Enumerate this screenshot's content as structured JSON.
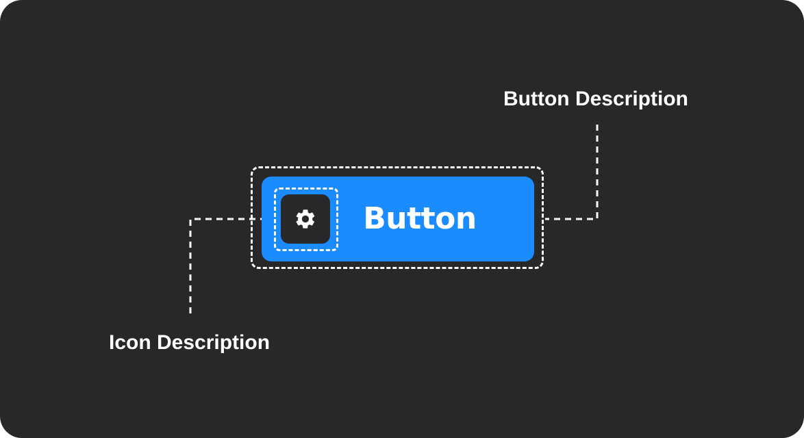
{
  "button": {
    "label": "Button",
    "icon": "gear-icon",
    "background_color": "#1a8cff"
  },
  "icon_tile": {
    "background_color": "#28282a",
    "icon_color": "#ffffff"
  },
  "annotations": {
    "button_description": "Button Description",
    "icon_description": "Icon Description"
  },
  "colors": {
    "canvas_background": "#28282a",
    "annotation_color": "#ffffff"
  }
}
